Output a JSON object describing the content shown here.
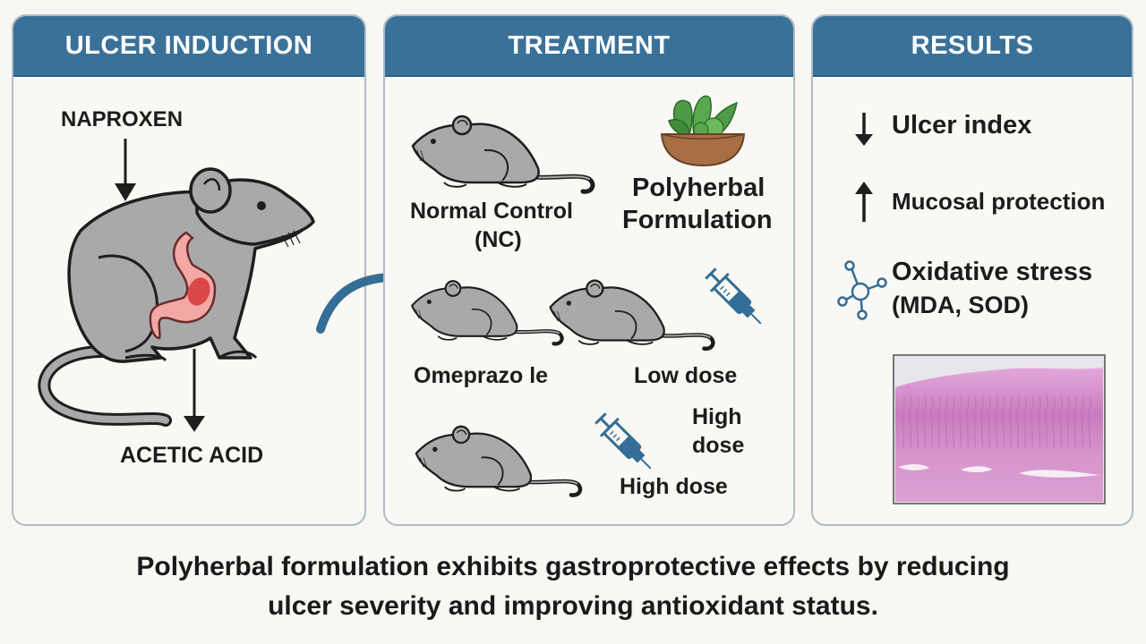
{
  "panels": {
    "induction": {
      "title": "ULCER INDUCTION",
      "agent_top": "NAPROXEN",
      "agent_bottom": "ACETIC ACID"
    },
    "treatment": {
      "title": "TREATMENT",
      "groups": {
        "normal_control_line1": "Normal Control",
        "normal_control_line2": "(NC)",
        "polyherbal_line1": "Polyherbal",
        "polyherbal_line2": "Formulation",
        "omeprazole": "Omeprazo le",
        "low_dose": "Low dose",
        "high_dose_stacked_line1": "High",
        "high_dose_stacked_line2": "dose",
        "high_dose": "High dose"
      }
    },
    "results": {
      "title": "RESULTS",
      "items": [
        {
          "icon": "arrow-down-icon",
          "label": "Ulcer index"
        },
        {
          "icon": "arrow-up-icon",
          "label": "Mucosal protection"
        },
        {
          "icon": "molecule-icon",
          "label_line1": "Oxidative stress",
          "label_line2": "(MDA, SOD)"
        }
      ],
      "image": "histology-micrograph"
    }
  },
  "footer": {
    "line1": "Polyherbal formulation exhibits gastroprotective effects by reducing",
    "line2": "ulcer severity and improving antioxidant status."
  },
  "colors": {
    "header": "#3a7199",
    "accent_arrow": "#346e96",
    "rat_fill": "#a9a9a9",
    "stomach": "#f2a9a6",
    "lesion": "#d9474a",
    "herb_green": "#4f9a46",
    "bowl": "#a86f45",
    "histology": "#d08ac8"
  }
}
